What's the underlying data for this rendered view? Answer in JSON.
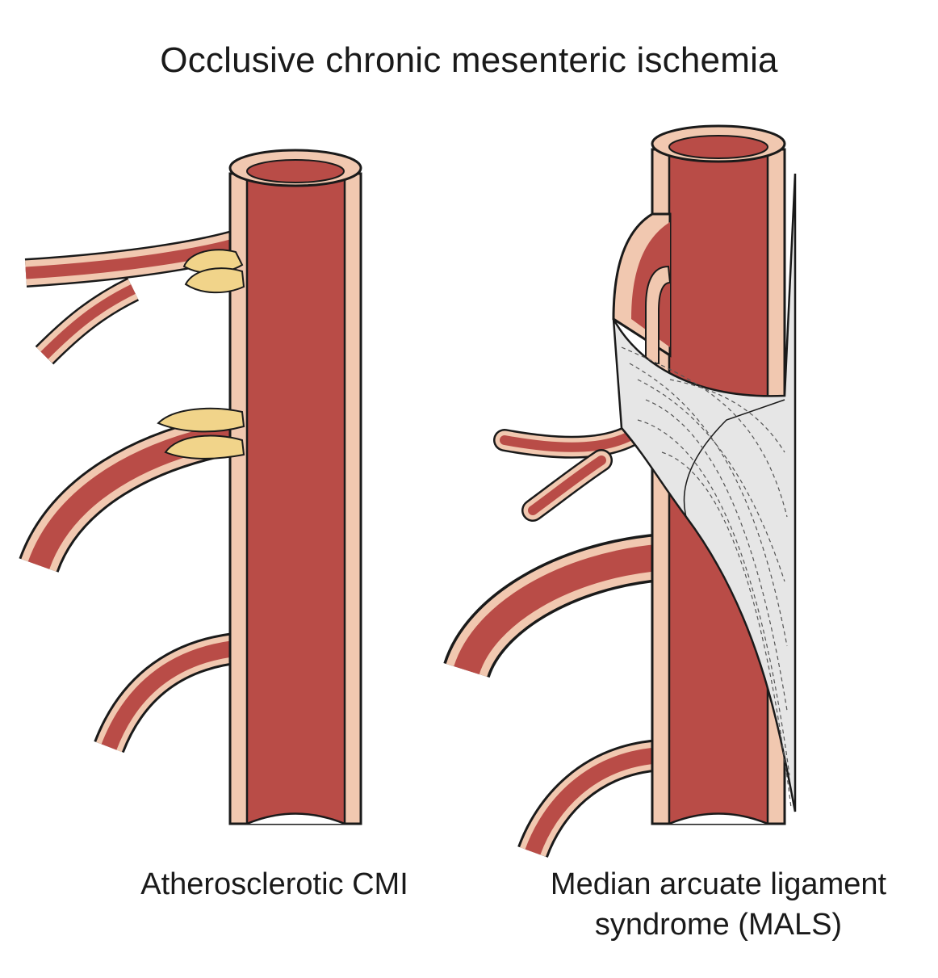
{
  "title": "Occlusive chronic mesenteric ischemia",
  "panels": {
    "left": {
      "caption": "Atherosclerotic CMI"
    },
    "right": {
      "caption_line1": "Median arcuate ligament",
      "caption_line2": "syndrome (MALS)"
    }
  },
  "colors": {
    "lumen": "#b94c47",
    "wall": "#f1c8b0",
    "plaque": "#f1d48a",
    "ligament": "#e6e6e6",
    "outline": "#1a1a1a"
  }
}
